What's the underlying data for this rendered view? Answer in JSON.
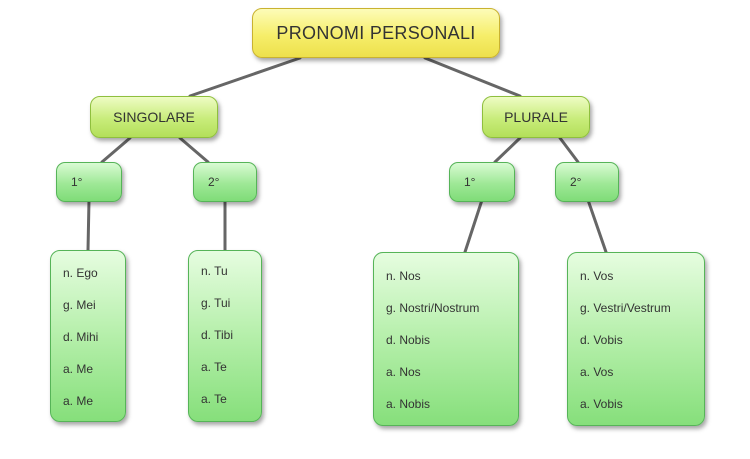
{
  "root": {
    "label": "PRONOMI PERSONALI"
  },
  "branches": [
    {
      "label": "SINGOLARE",
      "persons": [
        {
          "label": "1°",
          "forms": [
            "n. Ego",
            "g. Mei",
            "d. Mihi",
            "a. Me",
            "a. Me"
          ]
        },
        {
          "label": "2°",
          "forms": [
            "n. Tu",
            "g. Tui",
            "d. Tibi",
            "a. Te",
            "a. Te"
          ]
        }
      ]
    },
    {
      "label": "PLURALE",
      "persons": [
        {
          "label": "1°",
          "forms": [
            "n. Nos",
            "g. Nostri/Nostrum",
            "d. Nobis",
            "a. Nos",
            "a. Nobis"
          ]
        },
        {
          "label": "2°",
          "forms": [
            "n. Vos",
            "g. Vestri/Vestrum",
            "d. Vobis",
            "a. Vos",
            "a. Vobis"
          ]
        }
      ]
    }
  ],
  "colors": {
    "root_fill": "#f6ee6a",
    "level1_fill": "#c8ec7a",
    "level2_fill": "#9ee896",
    "connector": "#666666"
  }
}
